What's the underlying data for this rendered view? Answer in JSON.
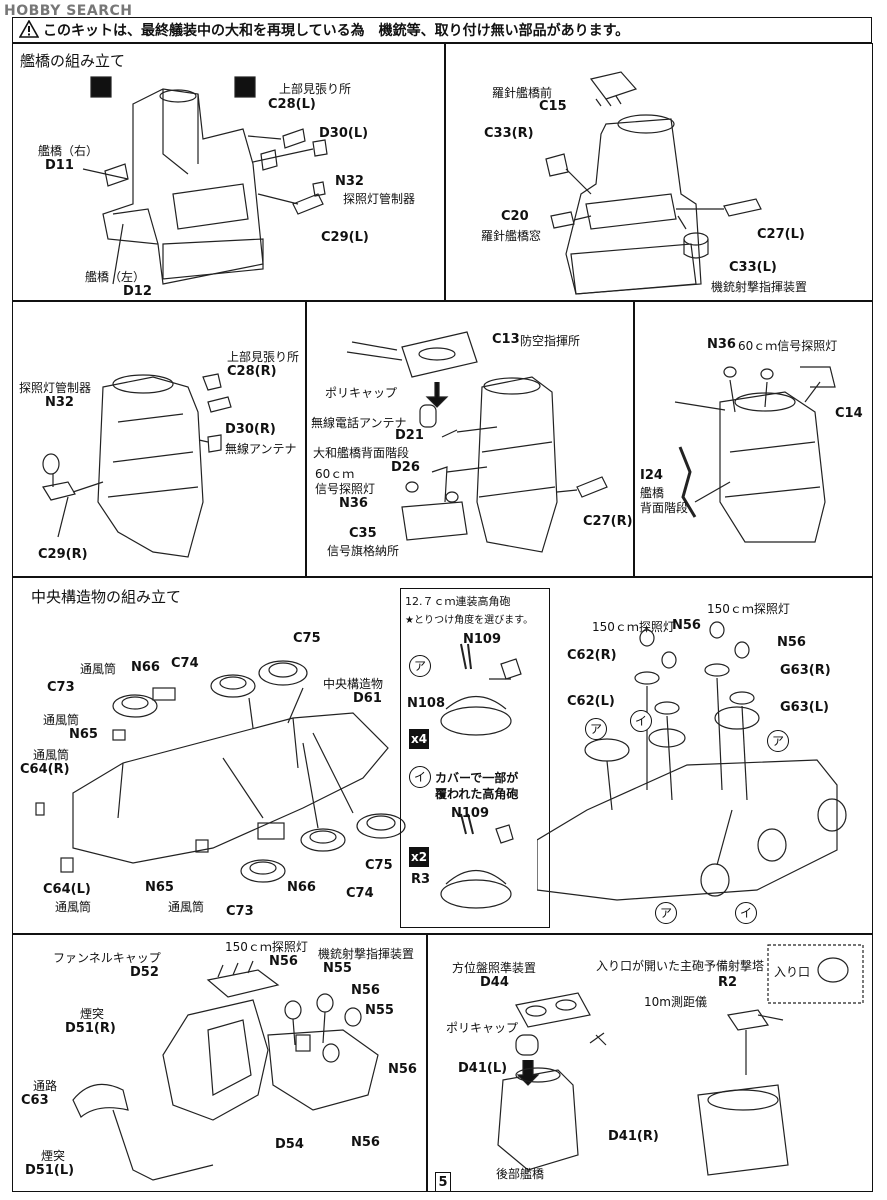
{
  "watermark": "HOBBY SEARCH",
  "notice": "このキットは、最終艤装中の大和を再現している為　機銃等、取り付け無い部品があります。",
  "page_number": "5",
  "panel1": {
    "title": "艦橋の組み立て",
    "labels": {
      "upper_lookout": "上部見張り所",
      "c28l": "C28(L)",
      "d30l": "D30(L)",
      "bridge_right": "艦橋（右）",
      "d11": "D11",
      "n32": "N32",
      "searchlight_ctrl": "探照灯管制器",
      "c29l": "C29(L)",
      "bridge_left": "艦橋（左）",
      "d12": "D12"
    }
  },
  "panel2": {
    "labels": {
      "compass_front": "羅針艦橋前",
      "c15": "C15",
      "c33r": "C33(R)",
      "c20": "C20",
      "compass_window": "羅針艦橋窓",
      "c27l": "C27(L)",
      "c33l": "C33(L)",
      "mg_director": "機銃射撃指揮装置"
    }
  },
  "panel3": {
    "labels": {
      "upper_lookout": "上部見張り所",
      "c28r": "C28(R)",
      "searchlight_ctrl": "探照灯管制器",
      "n32": "N32",
      "d30r": "D30(R)",
      "radio_antenna": "無線アンテナ",
      "c29r": "C29(R)"
    }
  },
  "panel4": {
    "labels": {
      "c13": "C13",
      "aa_command": "防空指揮所",
      "polycap": "ポリキャップ",
      "wireless_antenna": "無線電話アンテナ",
      "d21": "D21",
      "rear_stairs": "大和艦橋背面階段",
      "d26": "D26",
      "signal_light_1": "60ｃｍ",
      "signal_light_2": "信号探照灯",
      "n36": "N36",
      "c35": "C35",
      "flag_locker": "信号旗格納所",
      "c27r": "C27(R)"
    }
  },
  "panel5": {
    "labels": {
      "n36": "N36",
      "signal_light": "60ｃｍ信号探照灯",
      "c14": "C14",
      "i24": "I24",
      "bridge_1": "艦橋",
      "bridge_2": "背面階段"
    }
  },
  "panel6": {
    "title": "中央構造物の組み立て",
    "labels": {
      "c75_top": "C75",
      "vent_1": "通風筒",
      "n66_top": "N66",
      "c74_top": "C74",
      "c73_top": "C73",
      "central_structure": "中央構造物",
      "d61": "D61",
      "vent_2": "通風筒",
      "n65_top": "N65",
      "vent_3": "通風筒",
      "c64r": "C64(R)",
      "c75_bot": "C75",
      "c64l": "C64(L)",
      "vent_4": "通風筒",
      "n65_bot": "N65",
      "vent_5": "通風筒",
      "n66_bot": "N66",
      "c74_bot": "C74",
      "c73_bot": "C73"
    },
    "sub": {
      "title": "12.７ｃｍ連装高角砲",
      "note": "★とりつけ角度を選びます。",
      "mark_a": "ア",
      "n109_a": "N109",
      "n108": "N108",
      "x4": "x4",
      "mark_i": "イ",
      "covered": "カバーで一部が",
      "covered2": "覆われた高角砲",
      "n109_b": "N109",
      "x2": "x2",
      "r3": "R3"
    }
  },
  "panel7": {
    "labels": {
      "sl150_a": "150ｃｍ探照灯",
      "sl150_b": "150ｃｍ探照灯",
      "n56_a": "N56",
      "n56_b": "N56",
      "c62r": "C62(R)",
      "g63r": "G63(R)",
      "c62l": "C62(L)",
      "g63l": "G63(L)",
      "mark_a1": "ア",
      "mark_i1": "イ",
      "mark_a2": "ア",
      "mark_a3": "ア",
      "mark_i2": "イ"
    }
  },
  "panel8": {
    "labels": {
      "funnel_cap": "ファンネルキャップ",
      "d52": "D52",
      "sl150": "150ｃｍ探照灯",
      "n56_1": "N56",
      "mg_director": "機銃射撃指揮装置",
      "n55_1": "N55",
      "n56_2": "N56",
      "funnel": "煙突",
      "d51r": "D51(R)",
      "n55_2": "N55",
      "passage": "通路",
      "c63": "C63",
      "n56_3": "N56",
      "d54": "D54",
      "n56_4": "N56",
      "funnel2": "煙突",
      "d51l": "D51(L)"
    }
  },
  "panel9": {
    "labels": {
      "aiming": "方位盤照準装置",
      "d44": "D44",
      "polycap": "ポリキャップ",
      "d41l": "D41(L)",
      "d41r": "D41(R)",
      "aft_bridge": "後部艦橋",
      "open_hatch": "入り口が開いた主砲予備射撃塔",
      "r2": "R2",
      "entrance": "入り口",
      "rangefinder": "10m測距儀"
    }
  }
}
